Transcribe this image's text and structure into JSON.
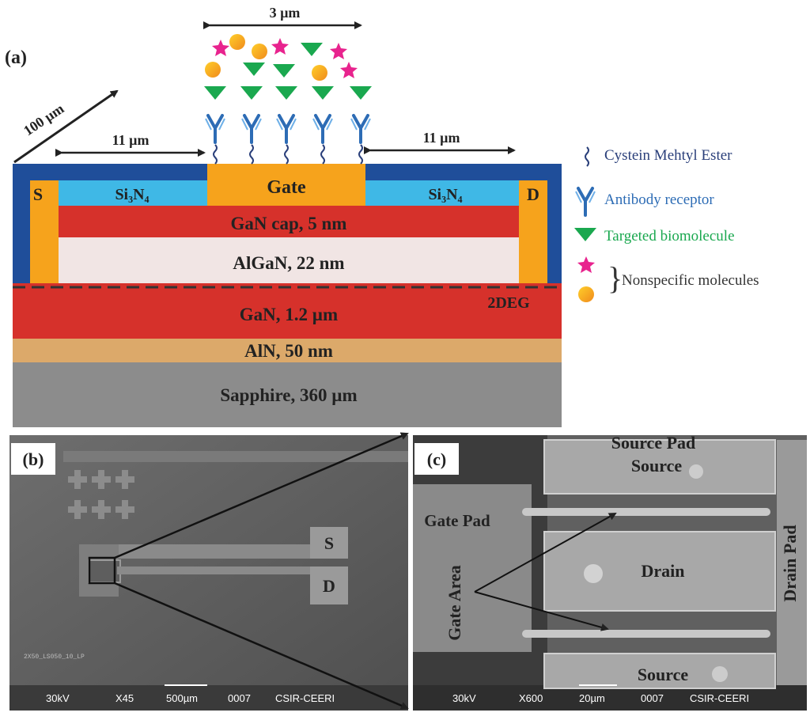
{
  "panel_a": {
    "panel_label": "(a)",
    "dim_width": "100 µm",
    "dim_gate": "3 µm",
    "dim_left": "11 µm",
    "dim_right": "11 µm",
    "source": "S",
    "drain": "D",
    "gate": "Gate",
    "si3n4_left": "Si₃N₄",
    "si3n4_right": "Si₃N₄",
    "layer_gan_cap": "GaN cap, 5 nm",
    "layer_algan": "AlGaN, 22 nm",
    "layer_gan": "GaN, 1.2 µm",
    "layer_2deg": "2DEG",
    "layer_aln": "AlN, 50 nm",
    "layer_sapphire": "Sapphire, 360 µm",
    "colors": {
      "passivation": "#1f4e9a",
      "si3n4": "#3fb8e6",
      "contact": "#f6a31c",
      "gan": "#d6312b",
      "algan": "#f1e5e4",
      "aln": "#dca96a",
      "sapphire": "#8c8c8c"
    }
  },
  "legend": {
    "cysteine": "Cystein Mehtyl Ester",
    "antibody": "Antibody receptor",
    "target": "Targeted biomolecule",
    "nonspecific": "Nonspecific molecules"
  },
  "panel_b": {
    "panel_label": "(b)",
    "pad_s": "S",
    "pad_d": "D",
    "stamp_id": "2X50_LS050_10_LP",
    "voltage": "30kV",
    "magnification": "X45",
    "scalebar": "500µm",
    "image_no": "0007",
    "lab": "CSIR-CEERI"
  },
  "panel_c": {
    "panel_label": "(c)",
    "source_pad": "Source Pad",
    "source_top": "Source",
    "gate_pad": "Gate Pad",
    "gate_area": "Gate Area",
    "drain": "Drain",
    "drain_pad": "Drain Pad",
    "source_bottom": "Source",
    "voltage": "30kV",
    "magnification": "X600",
    "scalebar": "20µm",
    "image_no": "0007",
    "lab": "CSIR-CEERI"
  }
}
